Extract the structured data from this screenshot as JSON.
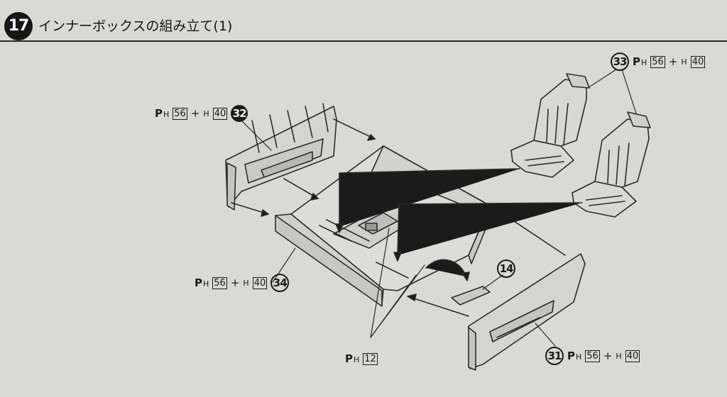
{
  "step": {
    "number": "17",
    "title": "インナーボックスの組み立て(1)"
  },
  "callouts": {
    "part32": {
      "tree": "P",
      "tree_sub": "H",
      "gate_a": "56",
      "plus": "+",
      "h": "H",
      "gate_b": "40",
      "part": "32"
    },
    "part33": {
      "part": "33",
      "tree": "P",
      "tree_sub": "H",
      "gate_a": "56",
      "plus": "+",
      "h": "H",
      "gate_b": "40"
    },
    "part34": {
      "tree": "P",
      "tree_sub": "H",
      "gate_a": "56",
      "plus": "+",
      "h": "H",
      "gate_b": "40",
      "part": "34"
    },
    "part14": {
      "part": "14"
    },
    "parts12": {
      "tree": "P",
      "tree_sub": "H",
      "gate": "12"
    },
    "part31": {
      "part": "31",
      "tree": "P",
      "tree_sub": "H",
      "gate_a": "56",
      "plus": "+",
      "h": "H",
      "gate_b": "40"
    }
  }
}
